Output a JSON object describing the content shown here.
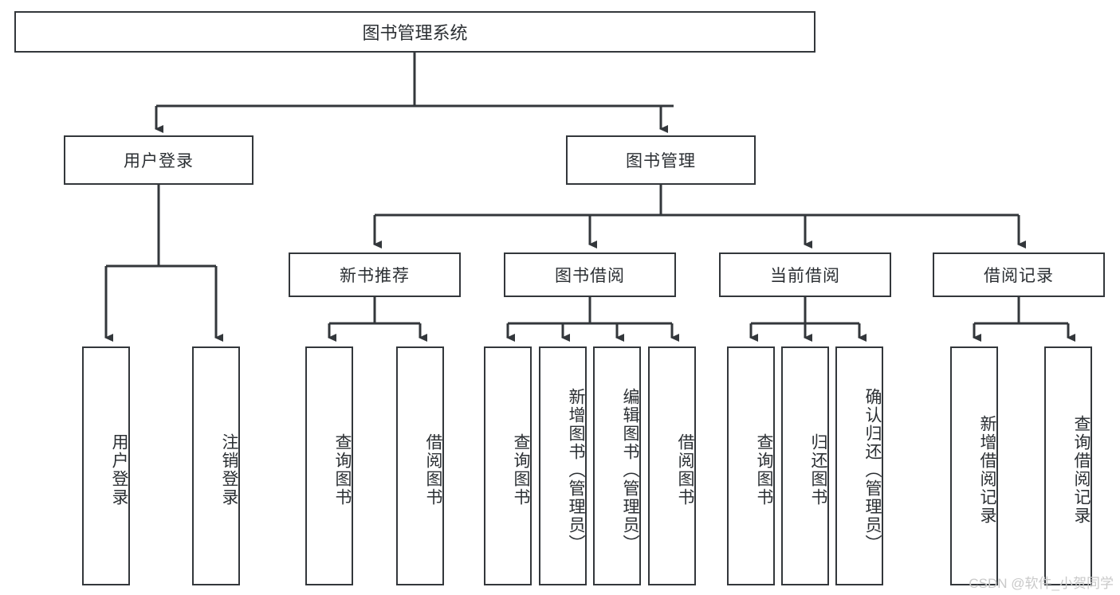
{
  "diagram": {
    "type": "tree",
    "title": "图书管理系统",
    "orientation": "top-down",
    "levels": 4,
    "nodes": {
      "root": {
        "label": "图书管理系统"
      },
      "level2": [
        {
          "label": "用户登录"
        },
        {
          "label": "图书管理"
        }
      ],
      "level3": [
        {
          "label": "新书推荐"
        },
        {
          "label": "图书借阅"
        },
        {
          "label": "当前借阅"
        },
        {
          "label": "借阅记录"
        }
      ],
      "leaves": {
        "user_login": [
          {
            "label": "用户登录"
          },
          {
            "label": "注销登录"
          }
        ],
        "new_book": [
          {
            "label": "查询图书"
          },
          {
            "label": "借阅图书"
          }
        ],
        "book_borrow": [
          {
            "label": "查询图书"
          },
          {
            "label": "新增图书（管理员）"
          },
          {
            "label": "编辑图书（管理员）"
          },
          {
            "label": "借阅图书"
          }
        ],
        "current_borrow": [
          {
            "label": "查询图书"
          },
          {
            "label": "归还图书"
          },
          {
            "label": "确认归还（管理员）"
          }
        ],
        "borrow_record": [
          {
            "label": "新增借阅记录"
          },
          {
            "label": "查询借阅记录"
          }
        ]
      }
    },
    "colors": {
      "border": "#33373b",
      "fill": "#ffffff",
      "text": "#2b2f33",
      "edge": "#3a3d41",
      "watermark": "#c9c9c9"
    }
  },
  "watermark": {
    "text": "CSDN @软件_小贺同学"
  }
}
